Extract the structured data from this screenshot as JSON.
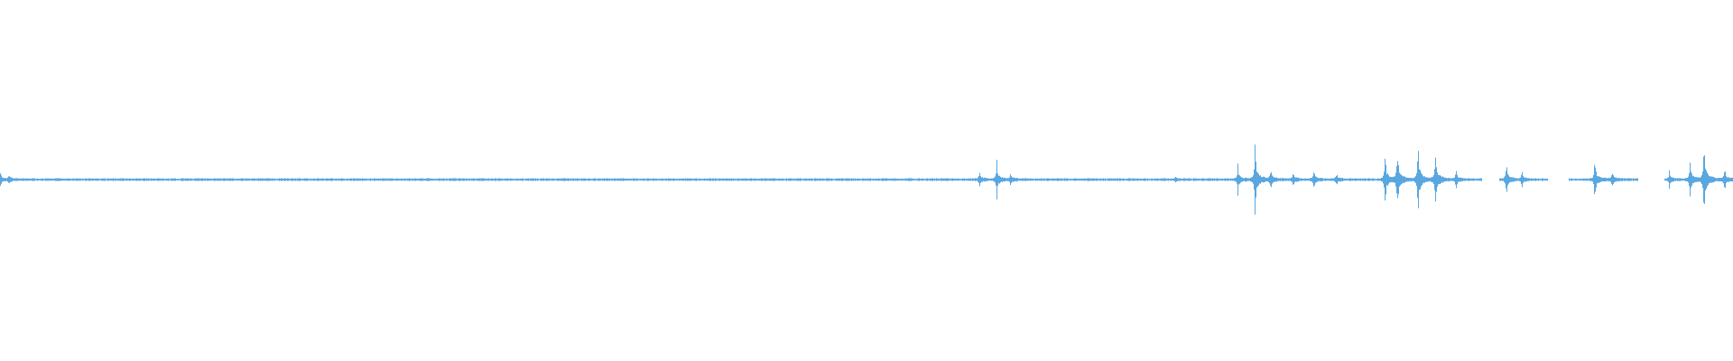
{
  "waveform": {
    "color": "#5aa7e0",
    "background": "#ffffff",
    "bursts": [
      {
        "t": 0.0,
        "amp": 0.03
      },
      {
        "t": 0.005,
        "amp": 0.02
      },
      {
        "t": 0.565,
        "amp": 0.04
      },
      {
        "t": 0.575,
        "amp": 0.09
      },
      {
        "t": 0.583,
        "amp": 0.03
      },
      {
        "t": 0.678,
        "amp": 0.01
      },
      {
        "t": 0.714,
        "amp": 0.07
      },
      {
        "t": 0.724,
        "amp": 0.22
      },
      {
        "t": 0.733,
        "amp": 0.06
      },
      {
        "t": 0.746,
        "amp": 0.04
      },
      {
        "t": 0.758,
        "amp": 0.05
      },
      {
        "t": 0.771,
        "amp": 0.03
      },
      {
        "t": 0.799,
        "amp": 0.14
      },
      {
        "t": 0.806,
        "amp": 0.19
      },
      {
        "t": 0.818,
        "amp": 0.21
      },
      {
        "t": 0.828,
        "amp": 0.18
      },
      {
        "t": 0.84,
        "amp": 0.05
      },
      {
        "t": 0.869,
        "amp": 0.09
      },
      {
        "t": 0.878,
        "amp": 0.04
      },
      {
        "t": 0.92,
        "amp": 0.11
      },
      {
        "t": 0.93,
        "amp": 0.05
      },
      {
        "t": 0.963,
        "amp": 0.04
      },
      {
        "t": 0.975,
        "amp": 0.11
      },
      {
        "t": 0.983,
        "amp": 0.23
      },
      {
        "t": 0.995,
        "amp": 0.06
      }
    ],
    "silent_gaps": [
      {
        "start": 0.855,
        "end": 0.865
      },
      {
        "start": 0.893,
        "end": 0.905
      },
      {
        "start": 0.945,
        "end": 0.96
      }
    ]
  }
}
